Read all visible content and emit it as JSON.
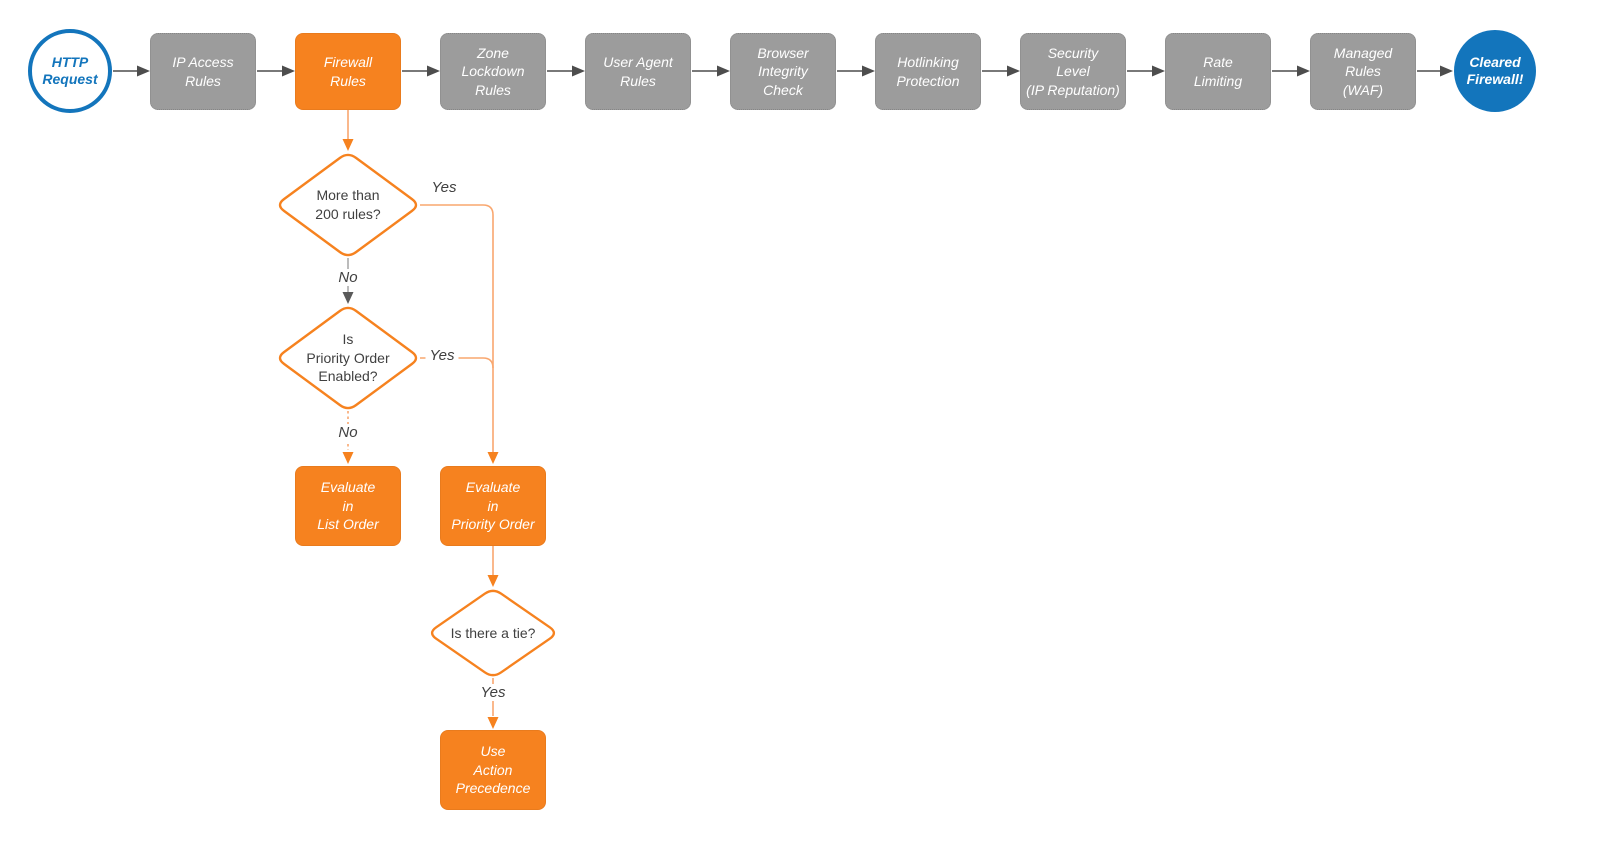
{
  "colors": {
    "orange": "#F6821F",
    "orange-line": "#F9A76F",
    "gray-box": "#9C9C9C",
    "gray-box-border": "#868686",
    "arrow-gray": "#4D4D4D",
    "gray-line": "#ACACAC",
    "blue": "#1375BC",
    "text-dark": "#404040"
  },
  "flowchart": {
    "start": {
      "label": "HTTP\nRequest"
    },
    "stages": [
      {
        "label": "IP Access\nRules"
      },
      {
        "label": "Firewall\nRules"
      },
      {
        "label": "Zone\nLockdown\nRules"
      },
      {
        "label": "User Agent\nRules"
      },
      {
        "label": "Browser\nIntegrity\nCheck"
      },
      {
        "label": "Hotlinking\nProtection"
      },
      {
        "label": "Security\nLevel\n(IP Reputation)"
      },
      {
        "label": "Rate\nLimiting"
      },
      {
        "label": "Managed\nRules\n(WAF)"
      }
    ],
    "end": {
      "label": "Cleared\nFirewall!"
    },
    "decisions": [
      {
        "label": "More than\n200 rules?",
        "yes_label": "Yes",
        "no_label": "No"
      },
      {
        "label": "Is\nPriority Order\nEnabled?",
        "yes_label": "Yes",
        "no_label": "No"
      },
      {
        "label": "Is there a tie?",
        "yes_label": "Yes"
      }
    ],
    "actions": [
      {
        "label": "Evaluate\nin\nList Order"
      },
      {
        "label": "Evaluate\nin\nPriority Order"
      },
      {
        "label": "Use\nAction\nPrecedence"
      }
    ]
  }
}
